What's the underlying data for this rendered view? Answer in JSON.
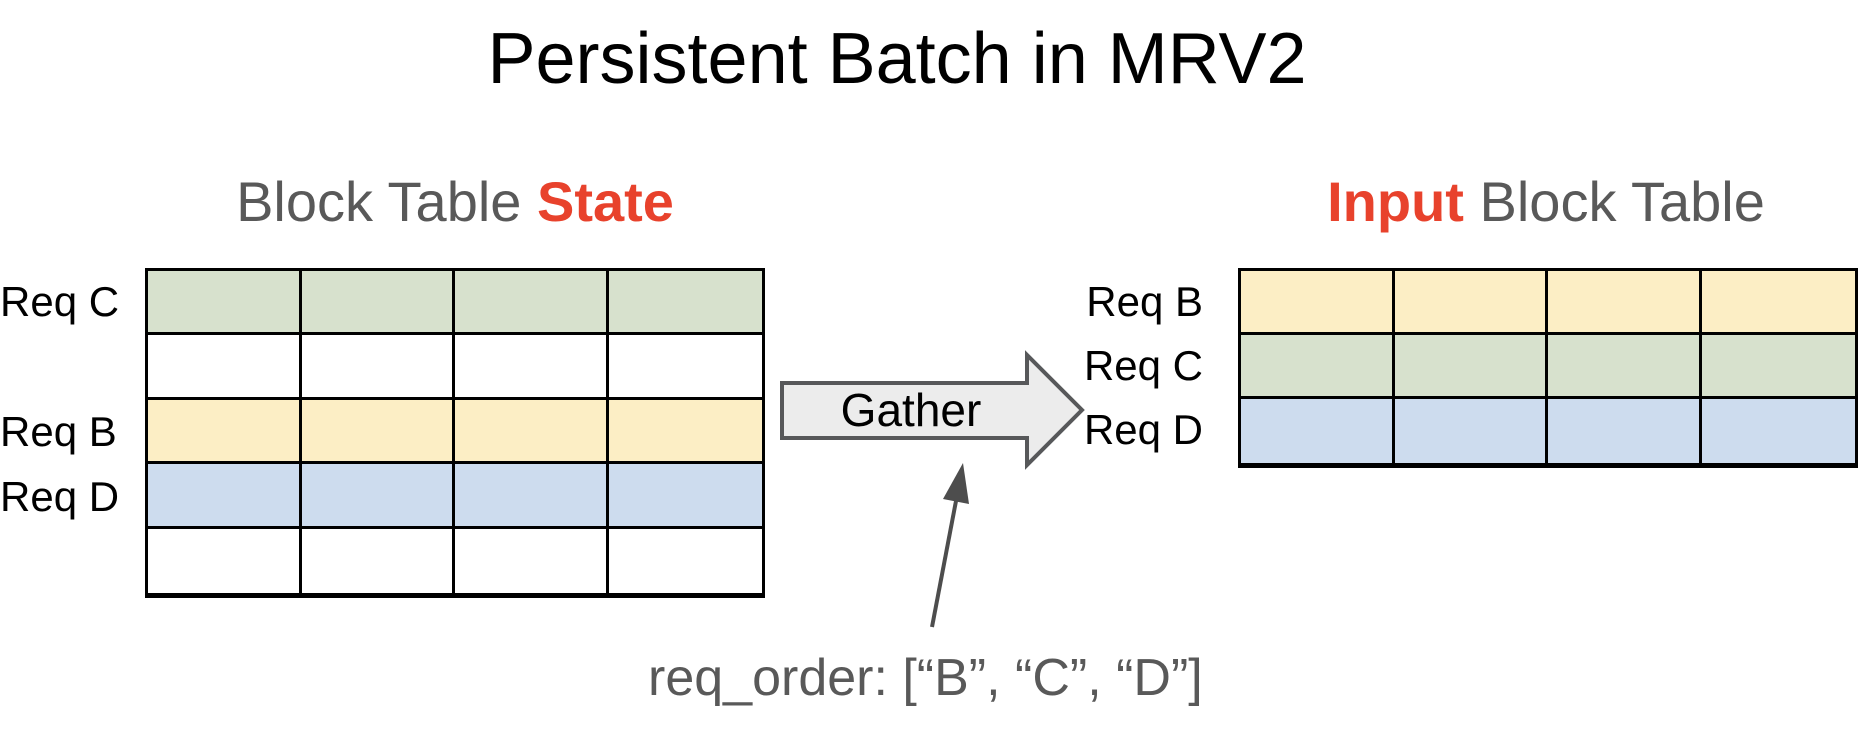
{
  "title": "Persistent Batch in MRV2",
  "colors": {
    "accent_red": "#e8422c",
    "heading_gray": "#595959",
    "cell_green": "#d7e1cd",
    "cell_yellow": "#fceec5",
    "cell_blue": "#cddcee",
    "cell_white": "#ffffff",
    "arrow_fill": "#ececec",
    "arrow_border": "#57585a",
    "annotation_gray": "#4d4d4d"
  },
  "left_table": {
    "heading_plain": "Block Table ",
    "heading_accent": "State",
    "columns": 4,
    "rows": [
      {
        "label": "Req C",
        "color": "green"
      },
      {
        "label": "",
        "color": "white"
      },
      {
        "label": "Req B",
        "color": "yellow"
      },
      {
        "label": "Req D",
        "color": "blue"
      },
      {
        "label": "",
        "color": "white"
      }
    ]
  },
  "right_table": {
    "heading_accent": "Input",
    "heading_plain": " Block Table",
    "columns": 4,
    "rows": [
      {
        "label": "Req B",
        "color": "yellow"
      },
      {
        "label": "Req C",
        "color": "green"
      },
      {
        "label": "Req D",
        "color": "blue"
      }
    ]
  },
  "gather_arrow": {
    "label": "Gather"
  },
  "annotation": {
    "text": "req_order: [“B”, “C”, “D”]"
  }
}
